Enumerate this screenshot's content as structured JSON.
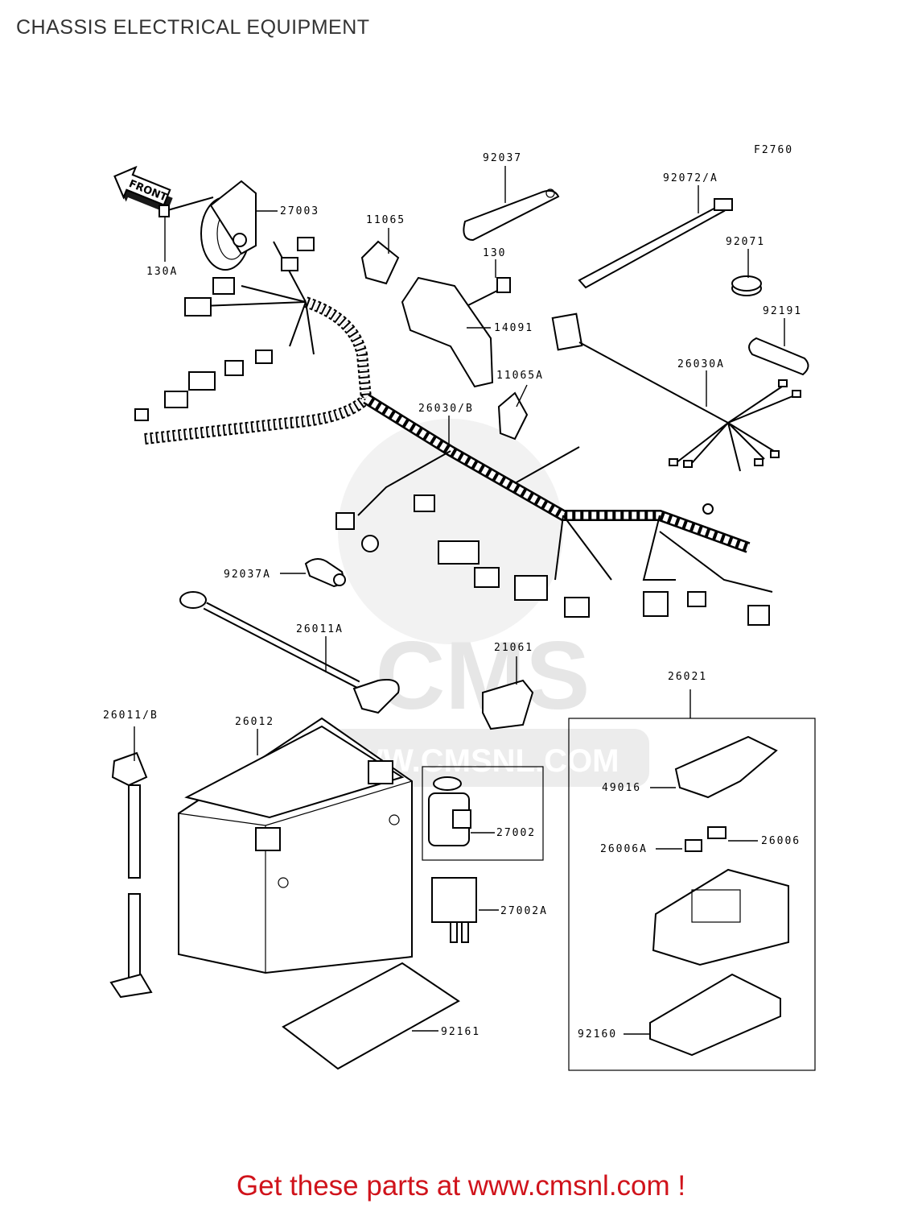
{
  "title": "CHASSIS ELECTRICAL EQUIPMENT",
  "footer": "Get these parts at www.cmsnl.com !",
  "figure_code": "F2760",
  "front_arrow": "FRONT",
  "watermark": {
    "brand": "CMS",
    "url": "WWW.CMSNL.COM"
  },
  "colors": {
    "footer": "#d0131b",
    "title": "#333333",
    "watermark": "#e8e8e8"
  },
  "parts": [
    {
      "id": "p27003",
      "label": "27003"
    },
    {
      "id": "p130A",
      "label": "130A"
    },
    {
      "id": "p92037",
      "label": "92037"
    },
    {
      "id": "p11065",
      "label": "11065"
    },
    {
      "id": "p130",
      "label": "130"
    },
    {
      "id": "p14091",
      "label": "14091"
    },
    {
      "id": "p11065A",
      "label": "11065A"
    },
    {
      "id": "p92072A",
      "label": "92072/A"
    },
    {
      "id": "p92071",
      "label": "92071"
    },
    {
      "id": "p92191",
      "label": "92191"
    },
    {
      "id": "p26030A",
      "label": "26030A"
    },
    {
      "id": "p26030B",
      "label": "26030/B"
    },
    {
      "id": "p92037A",
      "label": "92037A"
    },
    {
      "id": "p26011A",
      "label": "26011A"
    },
    {
      "id": "p21061",
      "label": "21061"
    },
    {
      "id": "p26021",
      "label": "26021"
    },
    {
      "id": "p26011B",
      "label": "26011/B"
    },
    {
      "id": "p26012",
      "label": "26012"
    },
    {
      "id": "p49016",
      "label": "49016"
    },
    {
      "id": "p27002",
      "label": "27002"
    },
    {
      "id": "p26006",
      "label": "26006"
    },
    {
      "id": "p26006A",
      "label": "26006A"
    },
    {
      "id": "p27002A",
      "label": "27002A"
    },
    {
      "id": "p92161",
      "label": "92161"
    },
    {
      "id": "p92160",
      "label": "92160"
    }
  ]
}
